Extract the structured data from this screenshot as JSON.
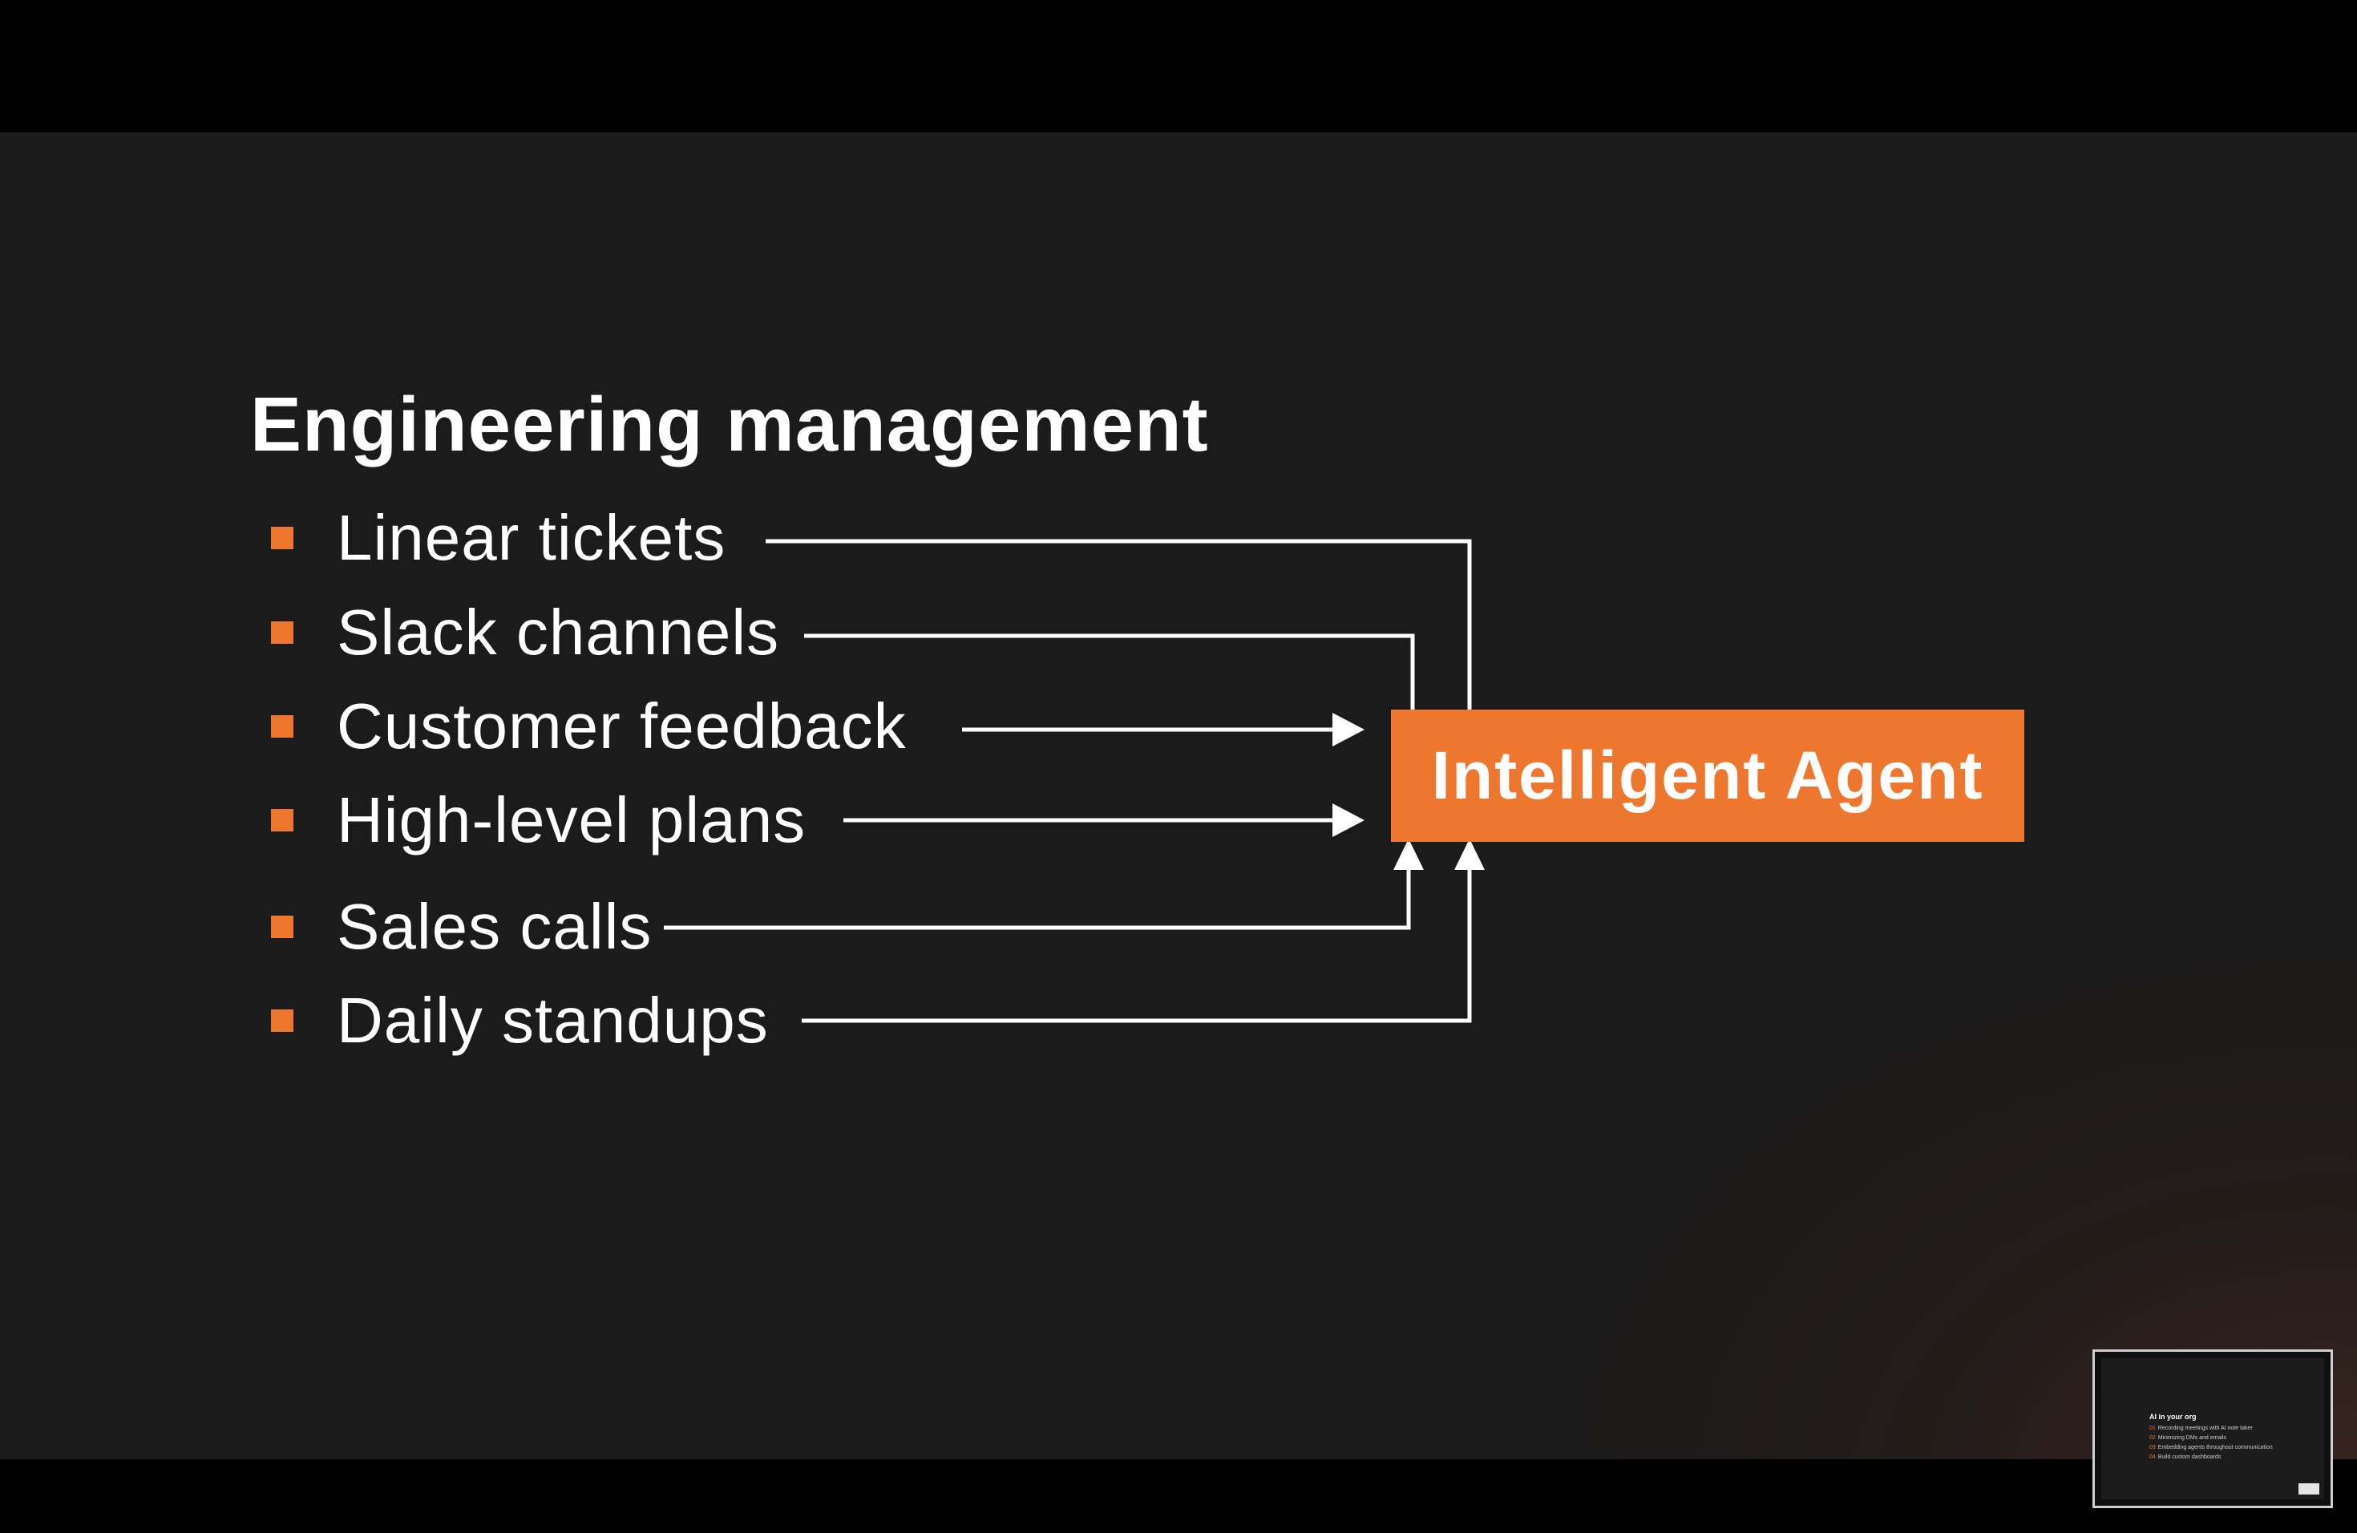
{
  "slide": {
    "title": "Engineering management",
    "items": [
      {
        "label": "Linear tickets"
      },
      {
        "label": "Slack channels"
      },
      {
        "label": "Customer feedback"
      },
      {
        "label": "High-level plans"
      },
      {
        "label": "Sales calls"
      },
      {
        "label": "Daily standups"
      }
    ],
    "target": {
      "label": "Intelligent Agent"
    }
  },
  "thumbnail": {
    "title": "AI in your org",
    "lines": [
      {
        "num": "01",
        "text": "Recording meetings with AI note taker"
      },
      {
        "num": "02",
        "text": "Minimizing DMs and emails"
      },
      {
        "num": "03",
        "text": "Embedding agents throughout communication"
      },
      {
        "num": "04",
        "text": "Build custom dashboards"
      }
    ]
  },
  "colors": {
    "accent": "#ee7730",
    "background": "#1b1b1b",
    "text": "#ffffff",
    "letterbox": "#000000"
  }
}
